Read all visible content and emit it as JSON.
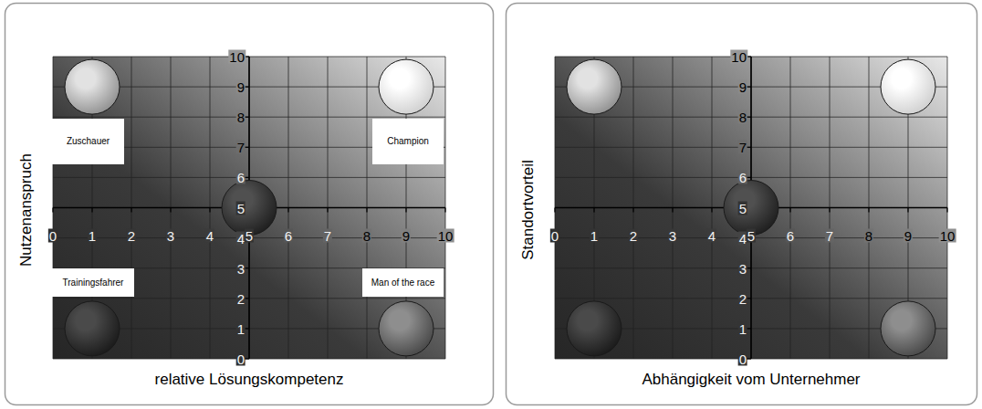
{
  "diagram": {
    "nodes": [
      {
        "text": [
          "Zuschauer"
        ]
      },
      {
        "text": [
          "Champion"
        ]
      },
      {
        "text": [
          "Trainingsfahrer"
        ]
      },
      {
        "text": [
          "Man of the race"
        ]
      }
    ],
    "labels": [
      "Nutzenanspruch",
      "relative Lösungskompetenz",
      "10",
      "9",
      "8",
      "7",
      "6",
      "5",
      "4",
      "3",
      "2",
      "1",
      "0",
      "0",
      "1",
      "2",
      "3",
      "4",
      "5",
      "6",
      "7",
      "8",
      "9",
      "10",
      "Standortvorteil",
      "Abhängigkeit vom Unternehmer",
      "10",
      "9",
      "8",
      "7",
      "6",
      "5",
      "4",
      "3",
      "2",
      "1",
      "0",
      "0",
      "1",
      "2",
      "3",
      "4",
      "5",
      "6",
      "7",
      "8",
      "9",
      "10"
    ]
  }
}
